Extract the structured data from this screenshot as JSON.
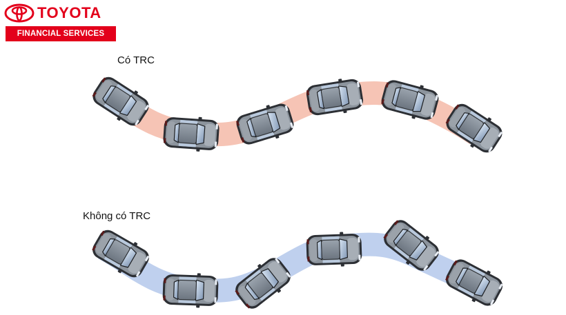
{
  "brand": {
    "name": "TOYOTA",
    "tagline": "FINANCIAL SERVICES",
    "color": "#e3001b"
  },
  "panels": [
    {
      "label": "Có TRC",
      "path_color": "#f6c4b5"
    },
    {
      "label": "Không có TRC",
      "path_color": "#bfd0ee"
    }
  ],
  "icons": [
    "toyota-emblem-icon",
    "car-top-view-icon"
  ]
}
